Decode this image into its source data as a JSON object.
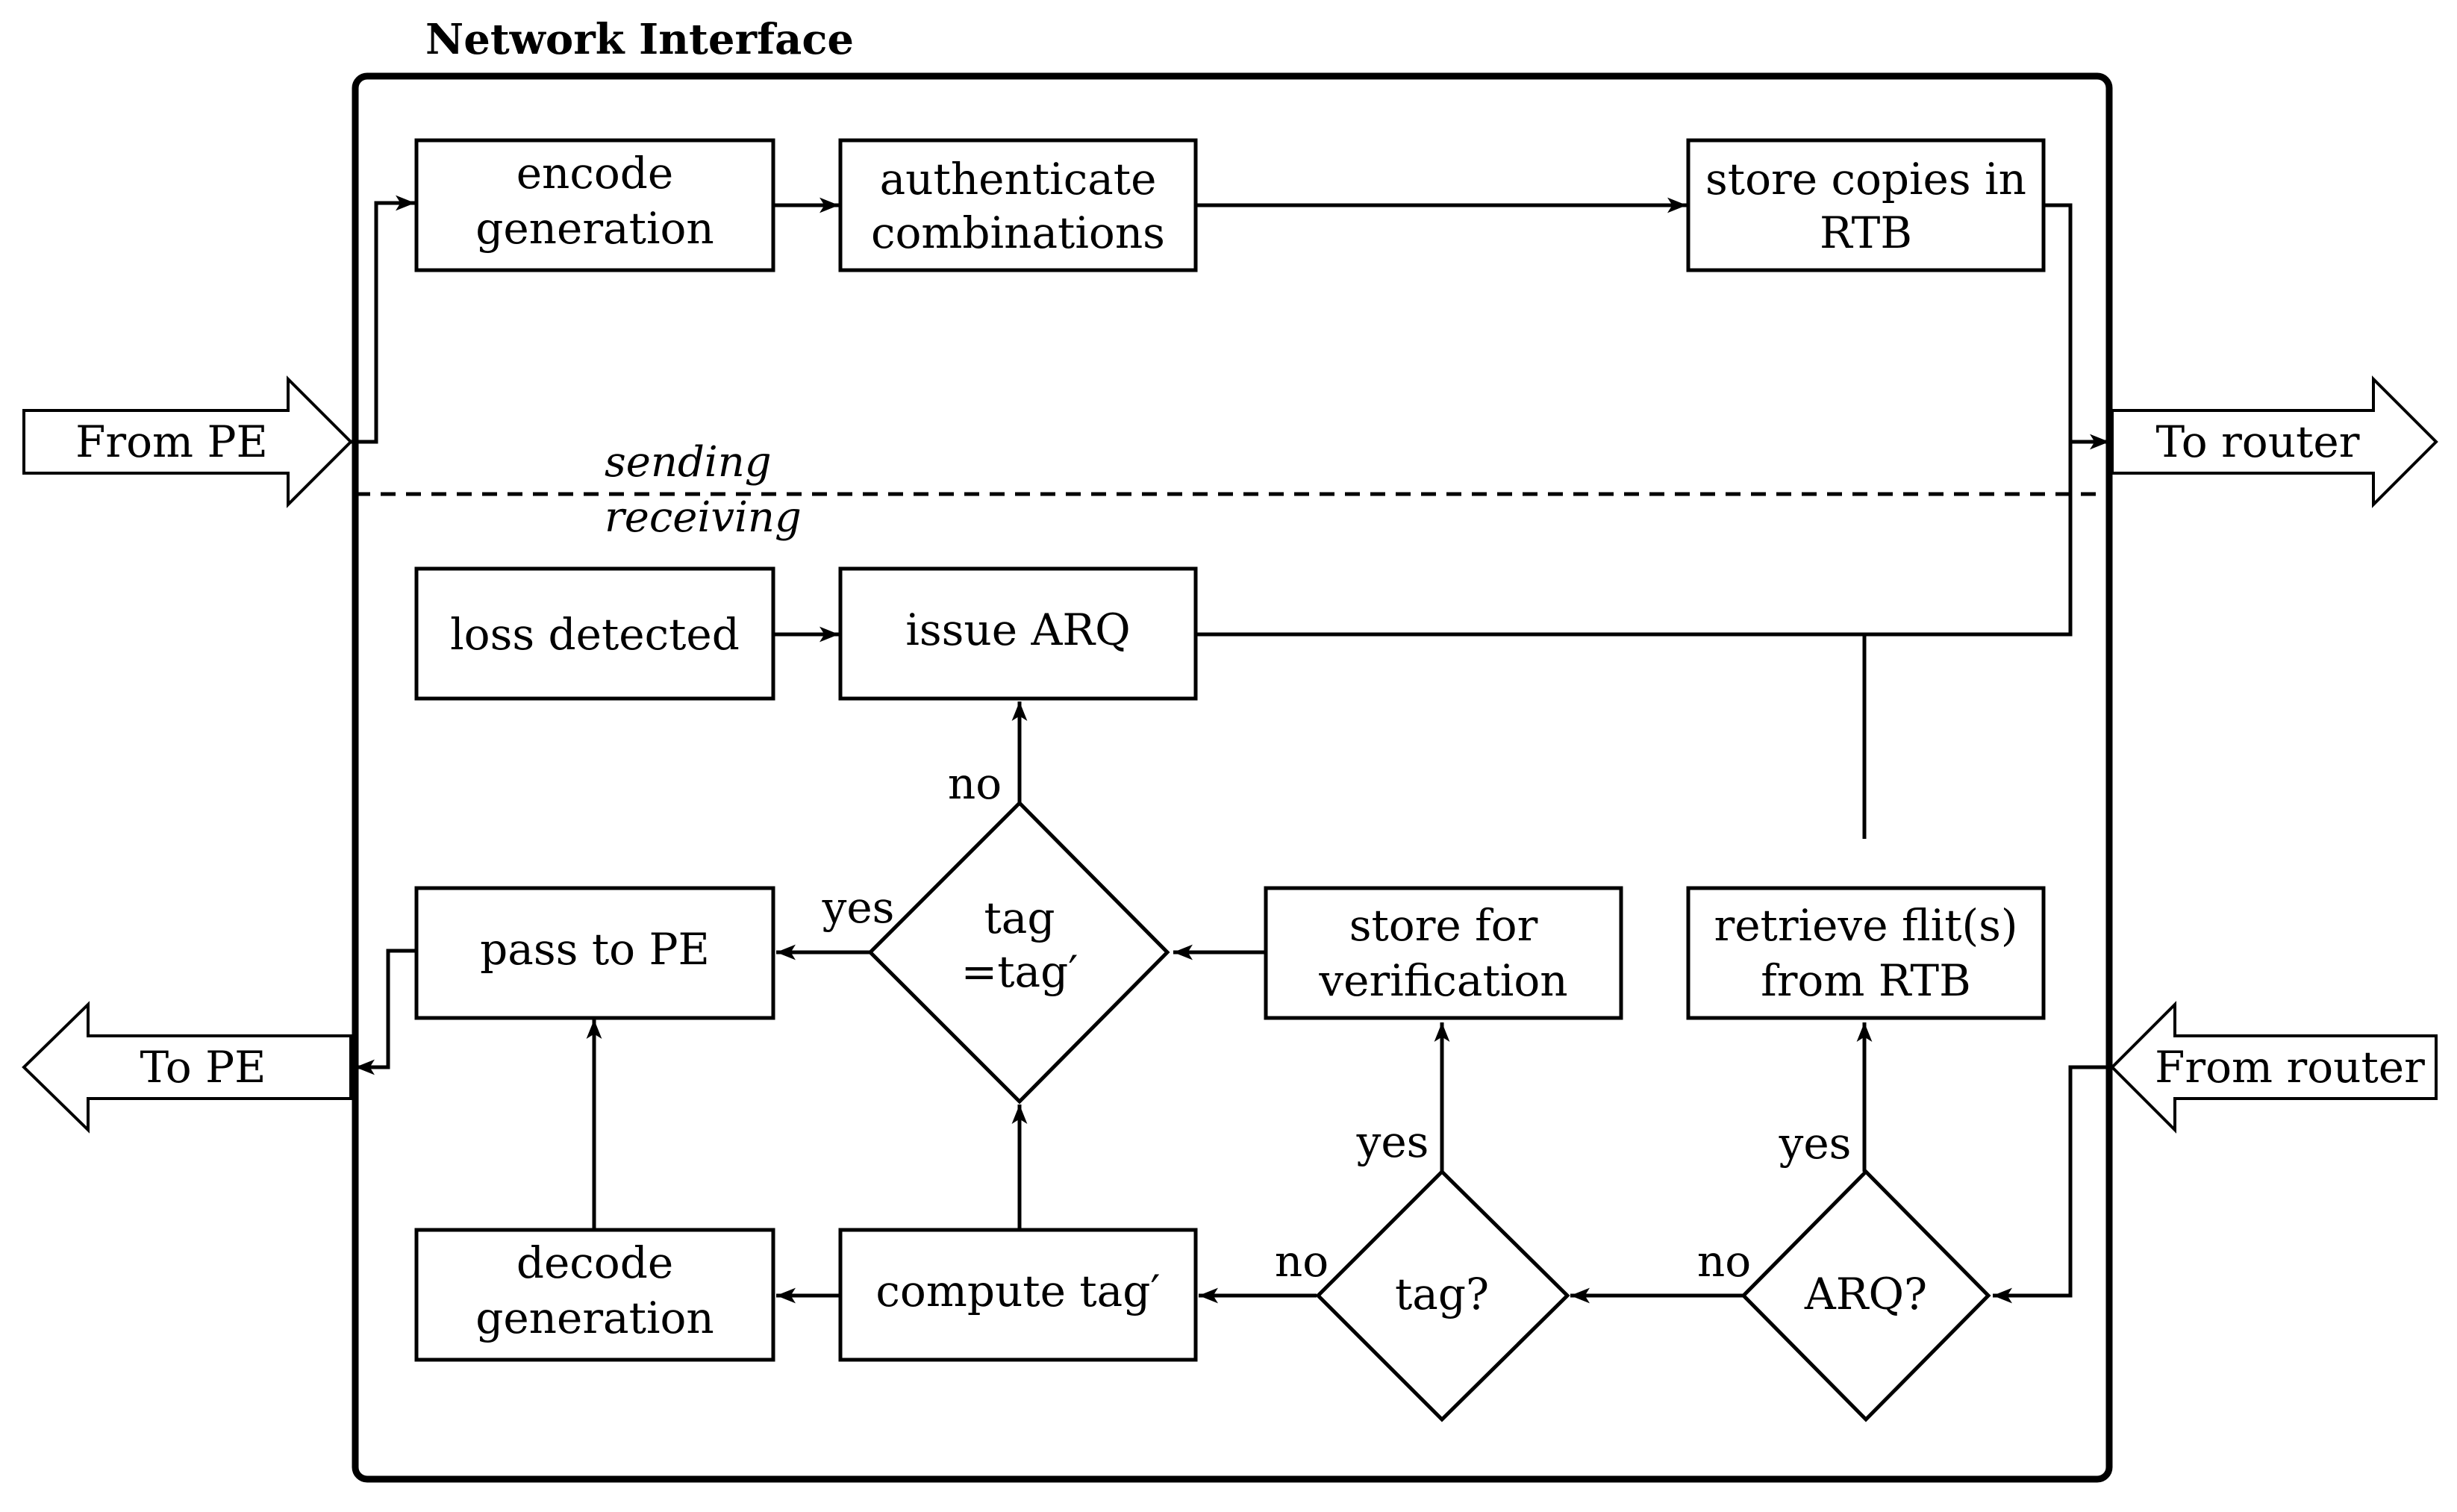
{
  "title": "Network Interface",
  "section_labels": {
    "sending": "sending",
    "receiving": "receiving"
  },
  "ports": {
    "from_pe": "From PE",
    "to_router": "To router",
    "to_pe": "To PE",
    "from_router": "From router"
  },
  "boxes": {
    "encode_generation": [
      "encode",
      "generation"
    ],
    "authenticate_combinations": [
      "authenticate",
      "combinations"
    ],
    "store_copies_rtb": [
      "store copies in",
      "RTB"
    ],
    "loss_detected": [
      "loss detected"
    ],
    "issue_arq": [
      "issue ARQ"
    ],
    "pass_to_pe": [
      "pass to PE"
    ],
    "store_for_verification": [
      "store for",
      "verification"
    ],
    "retrieve_flits": [
      "retrieve flit(s)",
      "from RTB"
    ],
    "decode_generation": [
      "decode",
      "generation"
    ],
    "compute_tag": [
      "compute tag′"
    ]
  },
  "decisions": {
    "tag_equal": [
      "tag",
      "=tag′"
    ],
    "tag_check": [
      "tag?"
    ],
    "arq_check": [
      "ARQ?"
    ]
  },
  "edge_labels": {
    "tag_equal_no": "no",
    "tag_equal_yes": "yes",
    "tag_check_yes": "yes",
    "tag_check_no": "no",
    "arq_check_yes": "yes",
    "arq_check_no": "no"
  }
}
